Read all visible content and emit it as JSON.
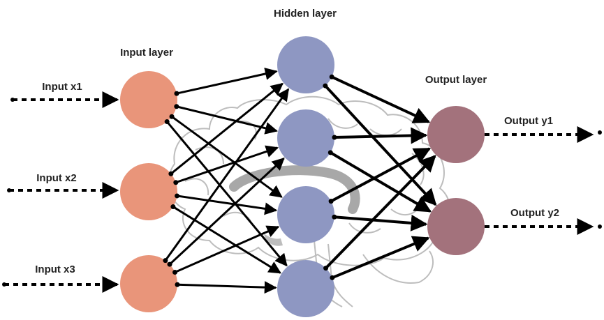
{
  "labels": {
    "input_layer": "Input layer",
    "hidden_layer": "Hidden layer",
    "output_layer": "Output layer",
    "input_x1": "Input x1",
    "input_x2": "Input x2",
    "input_x3": "Input x3",
    "output_y1": "Output y1",
    "output_y2": "Output y2"
  },
  "colors": {
    "input_node": "#E9957A",
    "hidden_node": "#8E97C2",
    "output_node": "#A3727C",
    "edge": "#000000",
    "brain_outline": "#BDBDBD",
    "brain_band": "#A8A8A8"
  },
  "icons": {
    "background": "brain-outline-icon"
  }
}
